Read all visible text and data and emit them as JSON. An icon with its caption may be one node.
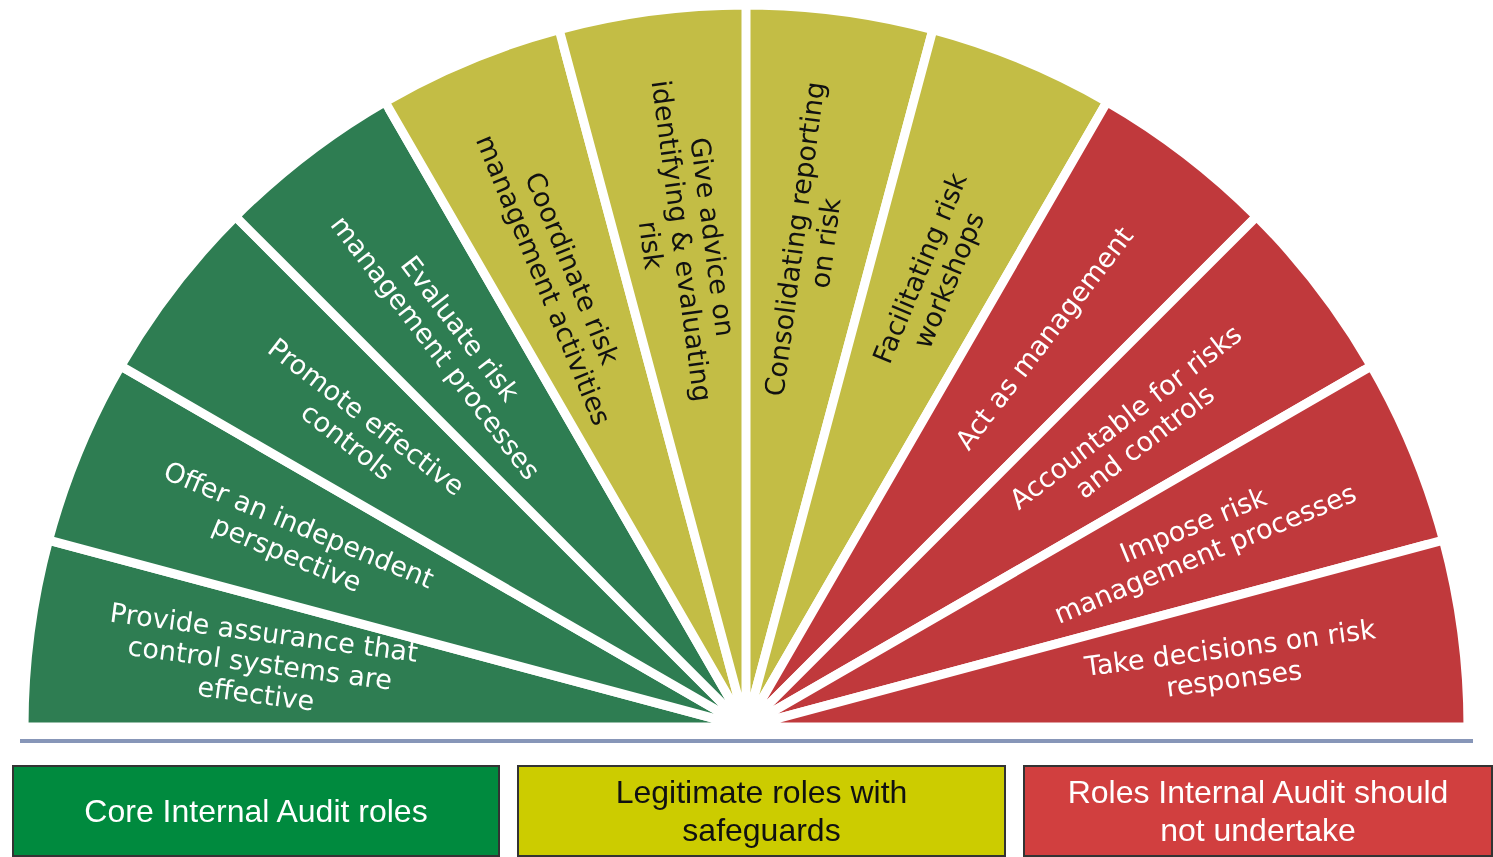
{
  "diagram": {
    "nodes": [
      {
        "text": [
          "Provide assurance that control systems are effective"
        ]
      },
      {
        "text": [
          "Offer an independent perspective"
        ]
      },
      {
        "text": [
          "Promote effective controls"
        ]
      },
      {
        "text": [
          "Evaluate risk management processes"
        ]
      },
      {
        "text": [
          "Coordinate risk management activities"
        ]
      },
      {
        "text": [
          "Give advice on identifying & evaluating risk"
        ]
      },
      {
        "text": [
          "Consolidating reporting on risk"
        ]
      },
      {
        "text": [
          "Facilitating risk workshops"
        ]
      },
      {
        "text": [
          "Act as management"
        ]
      },
      {
        "text": [
          "Accountable for risks and controls"
        ]
      },
      {
        "text": [
          "Impose risk management processes"
        ]
      },
      {
        "text": [
          "Take decisions on risk responses"
        ]
      }
    ],
    "edges": [],
    "legend": [
      {
        "text": "Core Internal Audit roles",
        "color": "#008a3e"
      },
      {
        "text": "Legitimate roles with safeguards",
        "color": "#cccc00"
      },
      {
        "text": "Roles Internal Audit should not undertake",
        "color": "#d13f3f"
      }
    ]
  }
}
